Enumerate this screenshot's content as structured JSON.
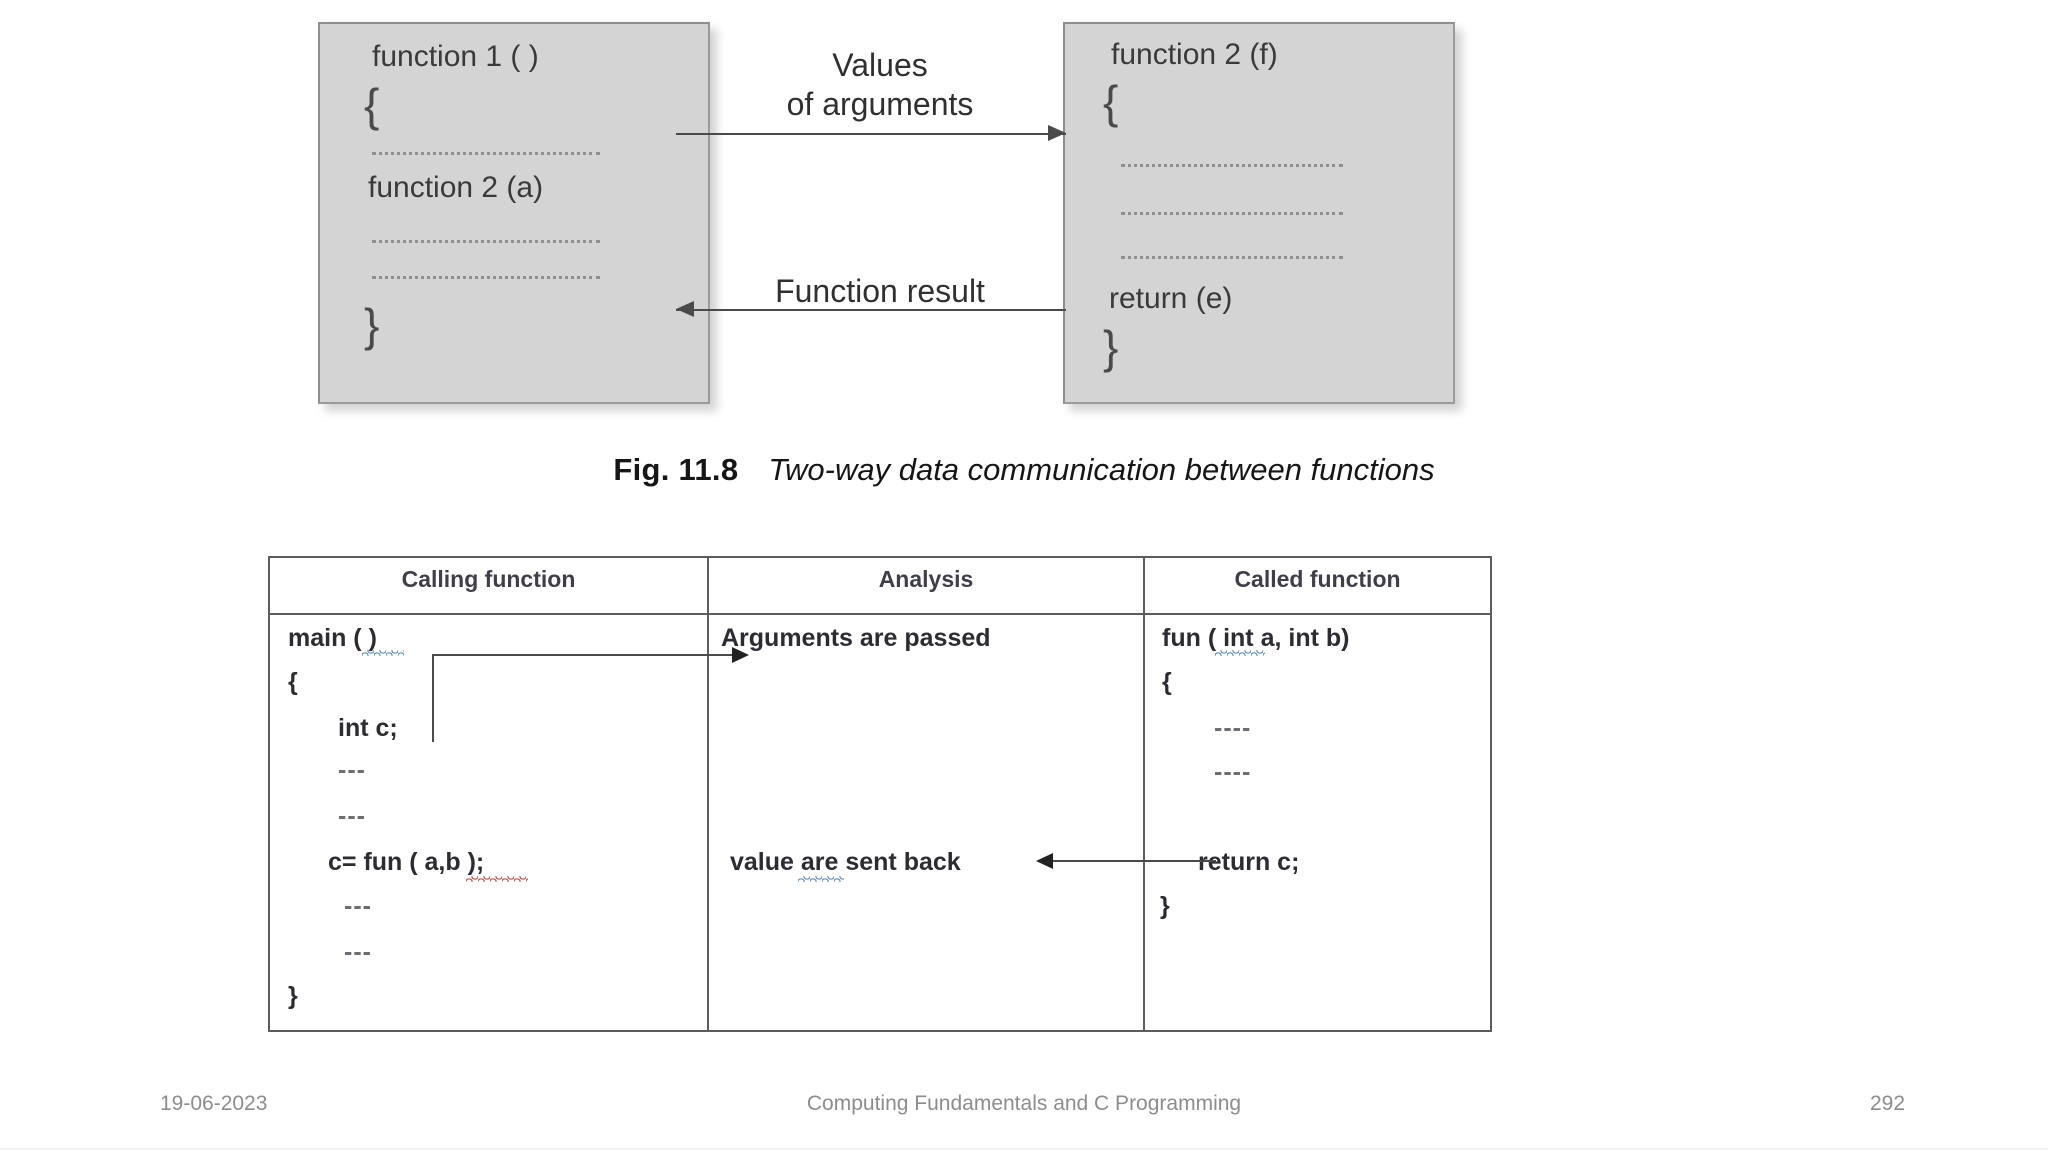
{
  "figure": {
    "left_box": {
      "lines": [
        {
          "text": "function 1 ( )"
        },
        {
          "text": "{"
        },
        {
          "text": "function 2 (a)"
        },
        {
          "text": "}"
        }
      ],
      "title": "function 1 ( )",
      "open_brace": "{",
      "call": "function 2 (a)",
      "close_brace": "}"
    },
    "right_box": {
      "title": "function 2 (f)",
      "open_brace": "{",
      "return_stmt": "return (e)",
      "close_brace": "}"
    },
    "arrow_top_label": "Values\nof arguments",
    "arrow_bottom_label": "Function result",
    "caption_label": "Fig. 11.8",
    "caption_text": "Two-way data communication between functions"
  },
  "table": {
    "headers": [
      "Calling function",
      "Analysis",
      "Called function"
    ],
    "calling_function": [
      "main ( )",
      "{",
      "int c;",
      "---",
      "---",
      "c= fun ( a,b );",
      "---",
      "---",
      "}"
    ],
    "analysis": [
      "Arguments are passed",
      "value are sent back"
    ],
    "called_function": [
      "fun ( int a, int b)",
      "{",
      "----",
      "----",
      "return c;",
      "}"
    ]
  },
  "footer": {
    "date": "19-06-2023",
    "title": "Computing Fundamentals and C Programming",
    "page": "292"
  },
  "colors": {
    "box_fill": "#d4d4d4",
    "box_border": "#9a9a9a",
    "rule": "#5c5c5c",
    "spell_blue": "#4a7fc1",
    "spell_red": "#c0392b",
    "footer_text": "#8d8d91"
  }
}
